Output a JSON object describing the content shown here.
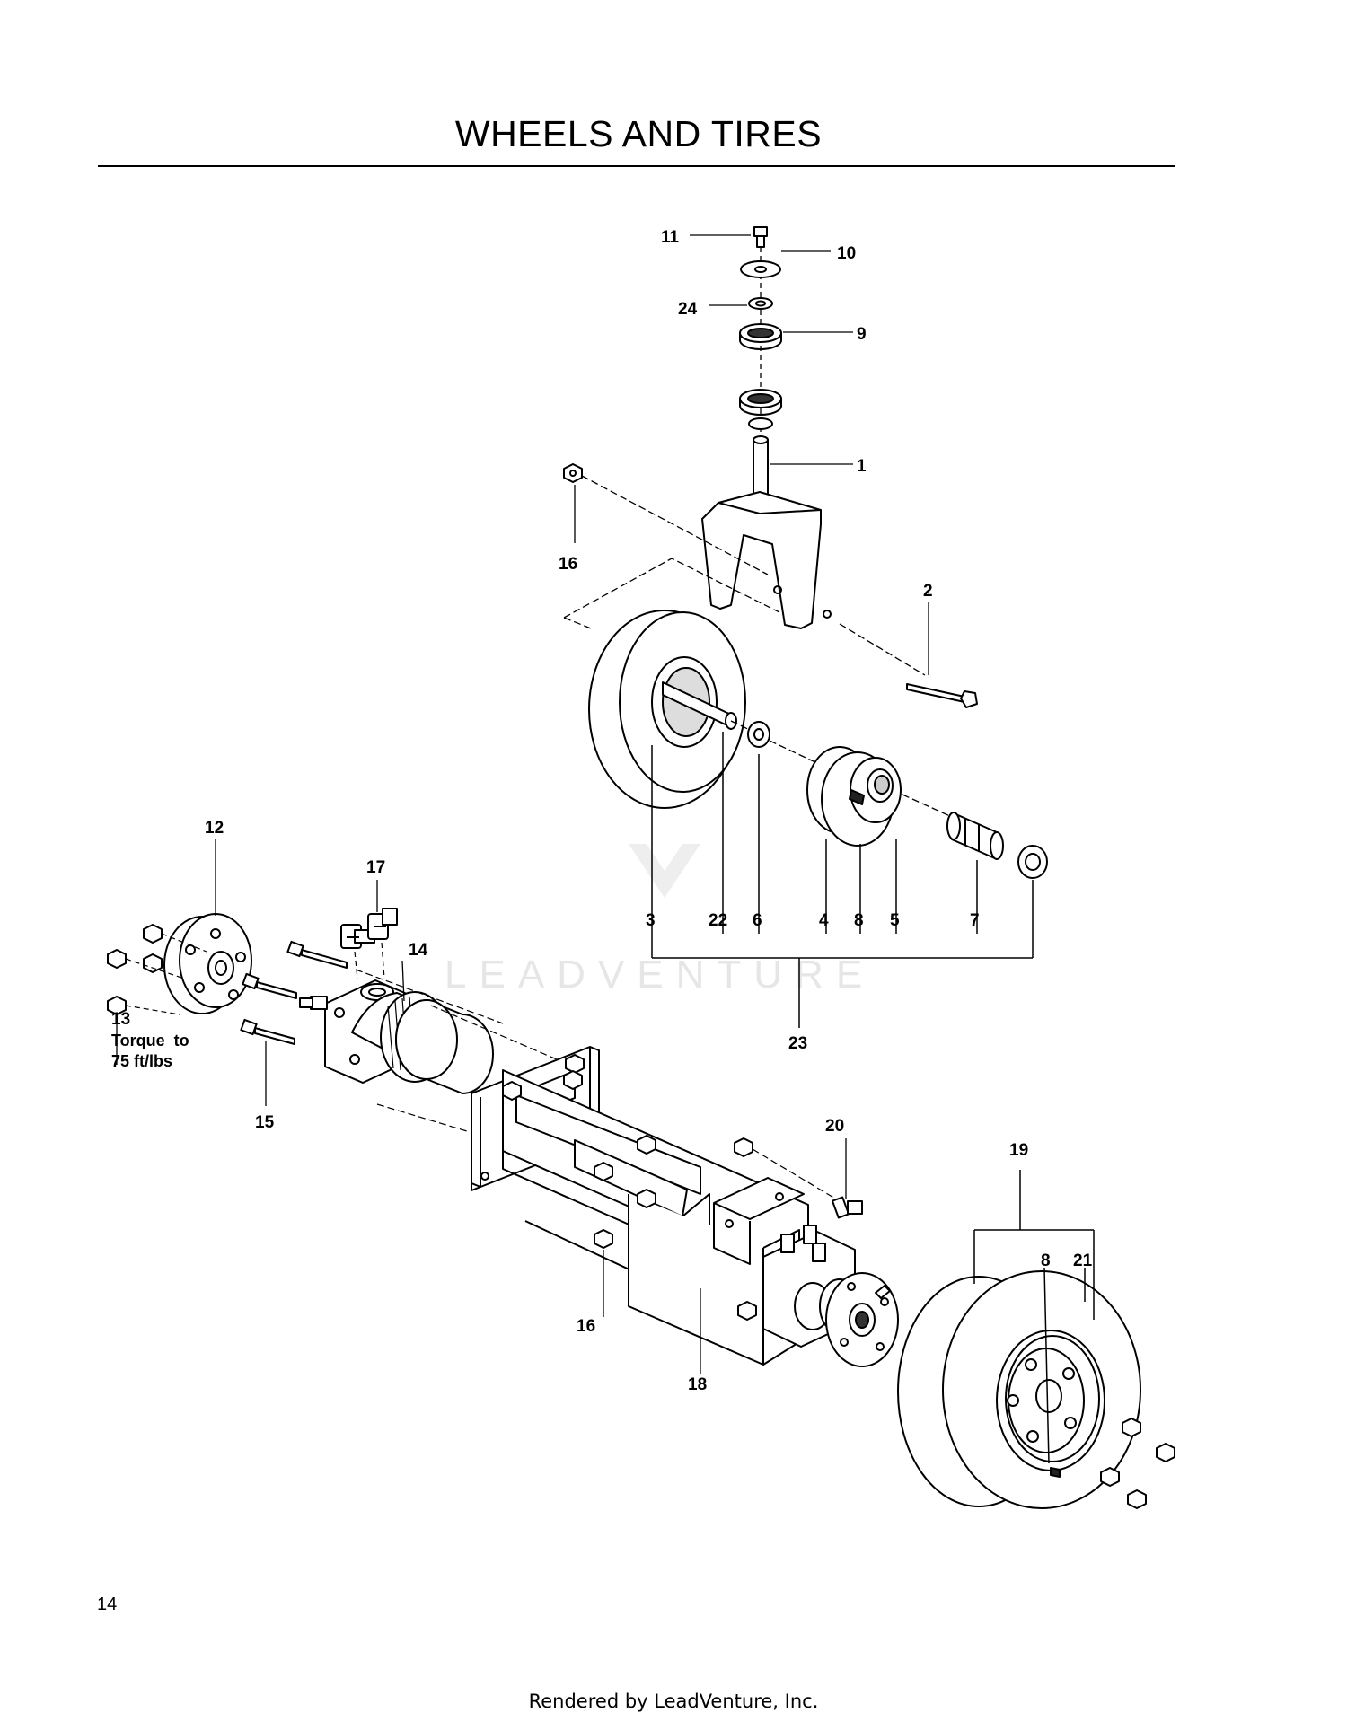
{
  "title": "WHEELS AND TIRES",
  "page_number": "14",
  "footer": "Rendered by LeadVenture, Inc.",
  "watermark": "LEADVENTURE",
  "callouts": {
    "c11": "11",
    "c10": "10",
    "c24": "24",
    "c9": "9",
    "c1": "1",
    "c16a": "16",
    "c2": "2",
    "c12": "12",
    "c17": "17",
    "c14": "14",
    "c3": "3",
    "c22": "22",
    "c6": "6",
    "c4": "4",
    "c8a": "8",
    "c5": "5",
    "c7": "7",
    "c23": "23",
    "c13": "13",
    "c15": "15",
    "c20": "20",
    "c19": "19",
    "c8b": "8",
    "c21": "21",
    "c16b": "16",
    "c18": "18"
  },
  "torque_note": {
    "line1": "Torque  to",
    "line2": "75 ft/lbs"
  }
}
